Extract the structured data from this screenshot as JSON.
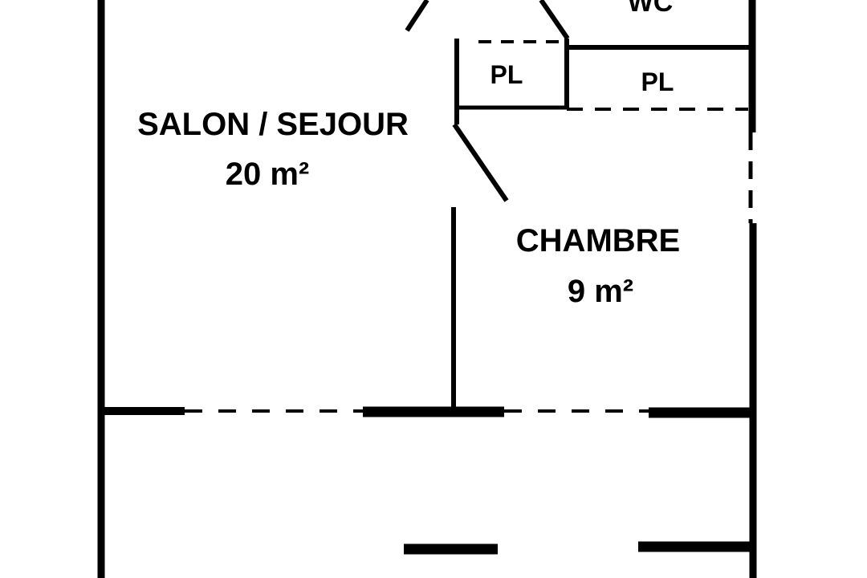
{
  "plan": {
    "colors": {
      "background": "#ffffff",
      "walls": "#000000",
      "text": "#000000"
    },
    "rooms": {
      "salon": {
        "name": "SALON / SEJOUR",
        "area": "20 m²"
      },
      "chambre": {
        "name": "CHAMBRE",
        "area": "9 m²"
      },
      "wc": {
        "name": "WC"
      },
      "placard_1": {
        "name": "PL"
      },
      "placard_2": {
        "name": "PL"
      }
    }
  }
}
